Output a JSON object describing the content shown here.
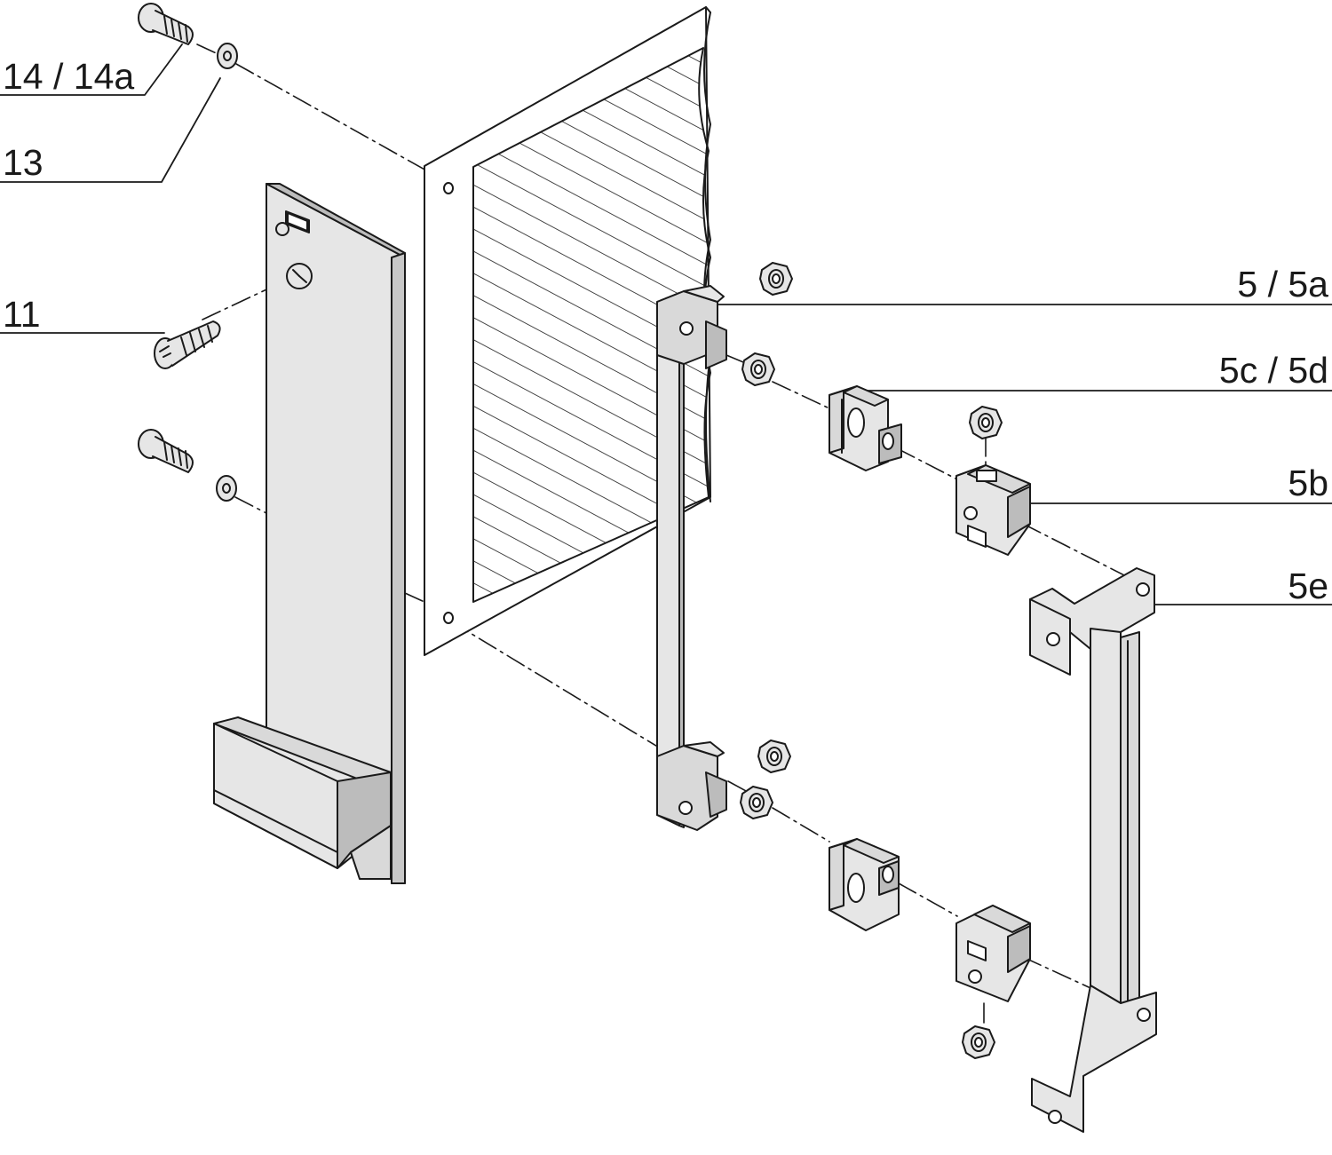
{
  "callouts": {
    "c14": "14 / 14a",
    "c13": "13",
    "c11": "11",
    "c5": "5 / 5a",
    "c5cd": "5c / 5d",
    "c5b": "5b",
    "c5e": "5e"
  },
  "colors": {
    "line": "#1a1a1a",
    "part_fill": "#d9d9d9",
    "part_fill_light": "#e6e6e6",
    "part_fill_dark": "#bcbcbc",
    "background": "#ffffff"
  }
}
